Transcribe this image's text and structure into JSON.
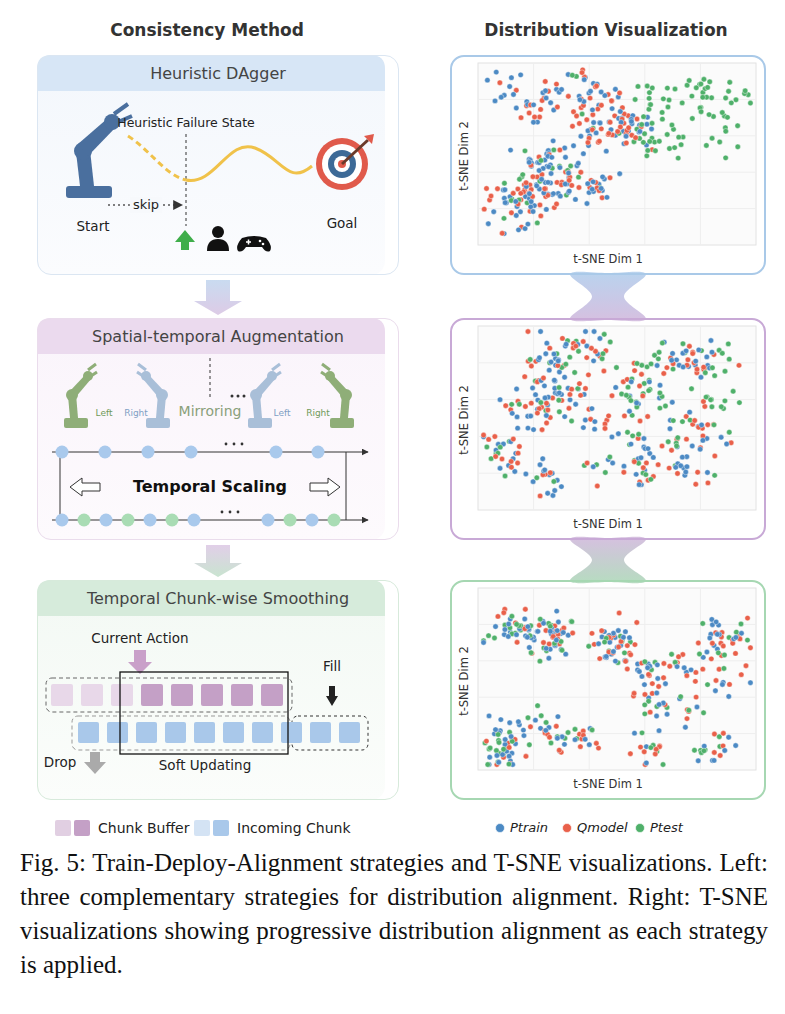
{
  "diagram": {
    "caption": "Fig. 5: Train-Deploy-Alignment strategies and T-SNE visualizations. Left: three complementary strategies for distribution alignment. Right: T-SNE visualizations showing progressive distribution alignment as each strategy is applied.",
    "nodes": [
      {
        "text": [
          "Heuristic DAgger"
        ]
      },
      {
        "text": [
          "Spatial-temporal Augmentation"
        ]
      },
      {
        "text": [
          "Temporal Chunk-wise Smoothing"
        ]
      },
      {
        "text": [
          "t-SNE Dim 2",
          "t-SNE Dim 1"
        ]
      },
      {
        "text": [
          "t-SNE Dim 2",
          "t-SNE Dim 1"
        ]
      },
      {
        "text": [
          "t-SNE Dim 2",
          "t-SNE Dim 1"
        ]
      }
    ],
    "edges": [
      {
        "from": 0,
        "to": 1,
        "arrow": "to"
      },
      {
        "from": 1,
        "to": 2,
        "arrow": "to"
      },
      {
        "from": 3,
        "to": 4,
        "arrow": "none"
      },
      {
        "from": 4,
        "to": 5,
        "arrow": "none"
      }
    ],
    "labels": [
      "Consistency Method",
      "Distribution Visualization",
      "Heuristic Failure State",
      "skip",
      "Start",
      "Goal",
      "Left",
      "Right",
      "Mirroring",
      "Left",
      "Right",
      "Temporal Scaling",
      "Current Action",
      "Fill",
      "Drop",
      "Soft Updating"
    ],
    "legend": [
      {
        "text": "Chunk Buffer",
        "color": "#c4a0c6"
      },
      {
        "text": "Incoming Chunk",
        "color": "#a9c8ea"
      },
      {
        "text": "Ptrain",
        "color": "#4c8ac4"
      },
      {
        "text": "Qmodel",
        "color": "#e9604a"
      },
      {
        "text": "Ptest",
        "color": "#4fb06a"
      }
    ]
  }
}
